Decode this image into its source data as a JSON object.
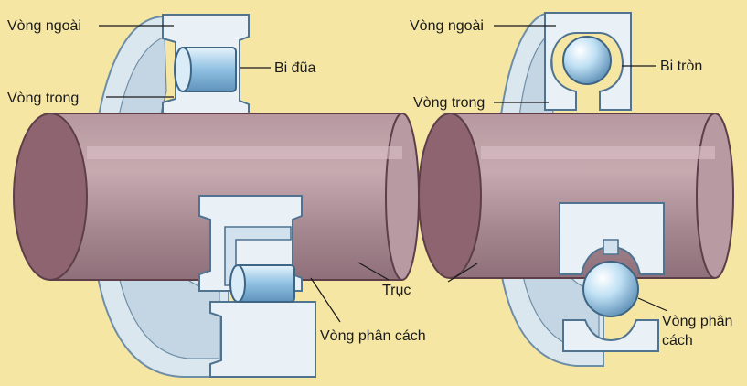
{
  "colors": {
    "background": "#f6e6a4",
    "shaft": "#a88890",
    "shaft_end": "#8e6470",
    "ring": "#dbe7ef",
    "ring_edge": "#6e8ea6",
    "roller": "#9cc8e6",
    "ball": "#bfe0f4"
  },
  "left": {
    "outer_ring": "Vòng ngoài",
    "inner_ring": "Vòng trong",
    "roller": "Bi đũa",
    "shaft": "Trục",
    "cage": "Vòng phân cách"
  },
  "right": {
    "outer_ring": "Vòng ngoài",
    "inner_ring": "Vòng trong",
    "ball": "Bi tròn",
    "cage_line1": "Vòng phân",
    "cage_line2": "cách"
  }
}
